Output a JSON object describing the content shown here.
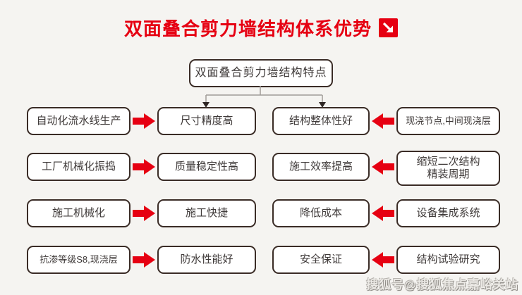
{
  "page": {
    "title": "双面叠合剪力墙结构体系优势",
    "watermark": "搜狐号@搜狐焦点嘉峪关站"
  },
  "diagram": {
    "root": "双面叠合剪力墙结构特点",
    "rows": [
      {
        "left_source": "自动化流水线生产",
        "left_benefit": "尺寸精度高",
        "right_benefit": "结构整体性好",
        "right_source": "现浇节点,中间现浇层"
      },
      {
        "left_source": "工厂机械化振捣",
        "left_benefit": "质量稳定性高",
        "right_benefit": "施工效率提高",
        "right_source": "缩短二次结构\n精装周期"
      },
      {
        "left_source": "施工机械化",
        "left_benefit": "施工快捷",
        "right_benefit": "降低成本",
        "right_source": "设备集成系统"
      },
      {
        "left_source": "抗渗等级S8,现浇层",
        "left_benefit": "防水性能好",
        "right_benefit": "安全保证",
        "right_source": "结构试验研究"
      }
    ],
    "colors": {
      "accent_red": "#e60012",
      "box_border": "#3a2c26",
      "background": "#f5f4f1"
    },
    "icons": {
      "title_icon": "arrow-down-right-icon",
      "flow_left_to_right": "right-arrow-icon",
      "flow_right_to_left": "left-arrow-icon"
    }
  }
}
